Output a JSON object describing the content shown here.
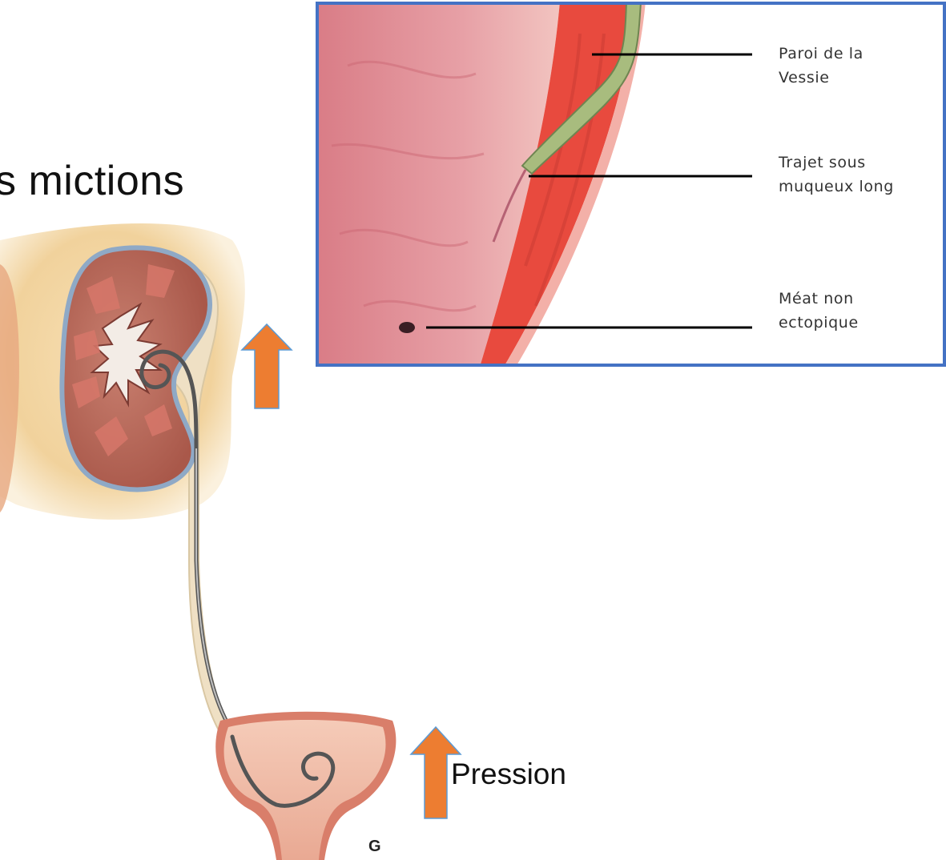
{
  "title": "s mictions",
  "inset": {
    "labels": [
      {
        "id": "wall",
        "text": "Paroi de la\nVessie"
      },
      {
        "id": "submucosal",
        "text": "Trajet  sous\nmuqueux long"
      },
      {
        "id": "meatus",
        "text": "Méat non\nectopique"
      }
    ]
  },
  "pressure_label": "Pression",
  "figure_letter": "G",
  "colors": {
    "arrow": "#ED7D31",
    "arrow_outline": "#5B9BD5",
    "inset_border": "#4472C4",
    "bladder_wall": "#D95535",
    "ureter": "#A8BC7E",
    "kidney_capsule": "#8FA9C6"
  }
}
